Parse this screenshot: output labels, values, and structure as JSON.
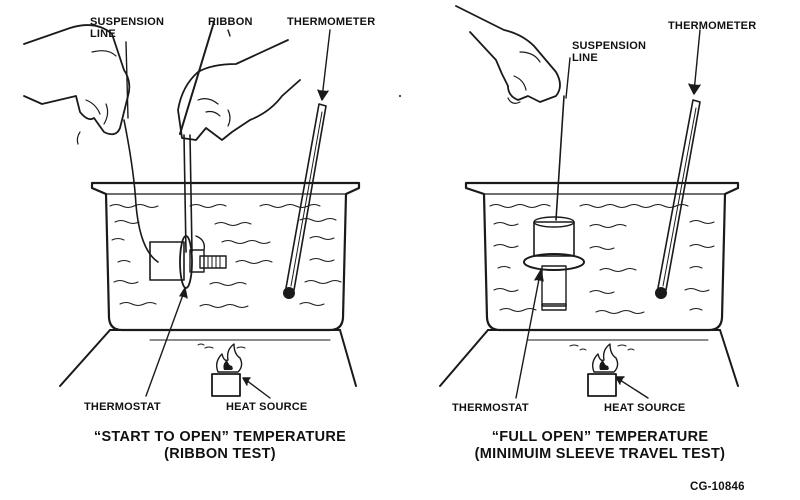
{
  "left_panel": {
    "labels": {
      "suspension_line_1": "SUSPENSION",
      "suspension_line_2": "LINE",
      "ribbon": "RIBBON",
      "thermometer": "THERMOMETER",
      "thermostat": "THERMOSTAT",
      "heat_source": "HEAT SOURCE"
    },
    "caption_line_1": "“START TO OPEN” TEMPERATURE",
    "caption_line_2": "(RIBBON TEST)"
  },
  "right_panel": {
    "labels": {
      "suspension_line_1": "SUSPENSION",
      "suspension_line_2": "LINE",
      "thermometer": "THERMOMETER",
      "thermostat": "THERMOSTAT",
      "heat_source": "HEAT SOURCE"
    },
    "caption_line_1": "“FULL OPEN” TEMPERATURE",
    "caption_line_2": "(MINIMUIM SLEEVE TRAVEL TEST)"
  },
  "figure_id": "CG-10846",
  "colors": {
    "ink": "#1a1a1a",
    "background": "#ffffff",
    "shade": "#9a9a9a"
  }
}
